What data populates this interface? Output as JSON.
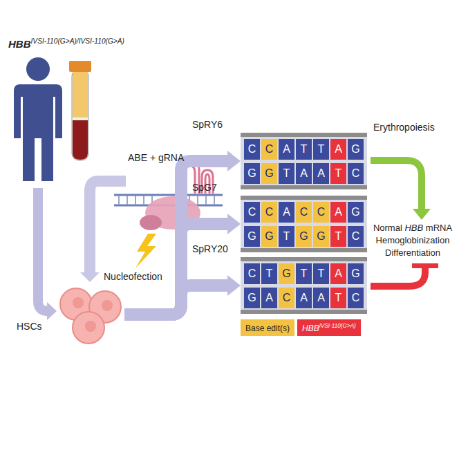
{
  "diagram": {
    "nodes": [
      {
        "text": [
          "HSCs"
        ]
      },
      {
        "text": [
          "SpRY6"
        ]
      },
      {
        "text": [
          "C"
        ],
        "in": 1
      },
      {
        "text": [
          "C"
        ],
        "in": 1
      },
      {
        "text": [
          "A"
        ],
        "in": 1
      },
      {
        "text": [
          "T"
        ],
        "in": 1
      },
      {
        "text": [
          "T"
        ],
        "in": 1
      },
      {
        "text": [
          "A"
        ],
        "in": 1
      },
      {
        "text": [
          "G"
        ],
        "in": 1
      },
      {
        "text": [
          "G"
        ],
        "in": 1
      },
      {
        "text": [
          "G"
        ],
        "in": 1
      },
      {
        "text": [
          "T"
        ],
        "in": 1
      },
      {
        "text": [
          "A"
        ],
        "in": 1
      },
      {
        "text": [
          "A"
        ],
        "in": 1
      },
      {
        "text": [
          "T"
        ],
        "in": 1
      },
      {
        "text": [
          "C"
        ],
        "in": 1
      },
      {
        "text": [
          "SpG7"
        ]
      },
      {
        "text": [
          "C"
        ],
        "in": 16
      },
      {
        "text": [
          "C"
        ],
        "in": 16
      },
      {
        "text": [
          "A"
        ],
        "in": 16
      },
      {
        "text": [
          "C"
        ],
        "in": 16
      },
      {
        "text": [
          "C"
        ],
        "in": 16
      },
      {
        "text": [
          "A"
        ],
        "in": 16
      },
      {
        "text": [
          "G"
        ],
        "in": 16
      },
      {
        "text": [
          "G"
        ],
        "in": 16
      },
      {
        "text": [
          "G"
        ],
        "in": 16
      },
      {
        "text": [
          "T"
        ],
        "in": 16
      },
      {
        "text": [
          "G"
        ],
        "in": 16
      },
      {
        "text": [
          "G"
        ],
        "in": 16
      },
      {
        "text": [
          "T"
        ],
        "in": 16
      },
      {
        "text": [
          "C"
        ],
        "in": 16
      },
      {
        "text": [
          "SpRY20"
        ]
      },
      {
        "text": [
          "C"
        ],
        "in": 31
      },
      {
        "text": [
          "T"
        ],
        "in": 31
      },
      {
        "text": [
          "G"
        ],
        "in": 31
      },
      {
        "text": [
          "T"
        ],
        "in": 31
      },
      {
        "text": [
          "T"
        ],
        "in": 31
      },
      {
        "text": [
          "A"
        ],
        "in": 31
      },
      {
        "text": [
          "G"
        ],
        "in": 31
      },
      {
        "text": [
          "G"
        ],
        "in": 31
      },
      {
        "text": [
          "A"
        ],
        "in": 31
      },
      {
        "text": [
          "C"
        ],
        "in": 31
      },
      {
        "text": [
          "A"
        ],
        "in": 31
      },
      {
        "text": [
          "A"
        ],
        "in": 31
      },
      {
        "text": [
          "T"
        ],
        "in": 31
      },
      {
        "text": [
          "C"
        ],
        "in": 31
      }
    ],
    "edges": [
      {
        "from": 0,
        "to": 1,
        "arrow": "to"
      },
      {
        "from": 0,
        "to": 16,
        "arrow": "to"
      },
      {
        "from": 0,
        "to": 31,
        "arrow": "to"
      }
    ],
    "labels": [
      "HBBIVSI-110(G>A)/IVSI-110(G>A)",
      "ABE + gRNA",
      "Nucleofection",
      "Erythropoiesis",
      "Normal HBB mRNA",
      "Hemoglobinization",
      "Differentiation"
    ],
    "legend": [
      {
        "text": "Base edit(s)",
        "color": "#f4c242"
      },
      {
        "text": "HBBIVSI-110(G>A)",
        "color": "#e8323c"
      }
    ]
  }
}
